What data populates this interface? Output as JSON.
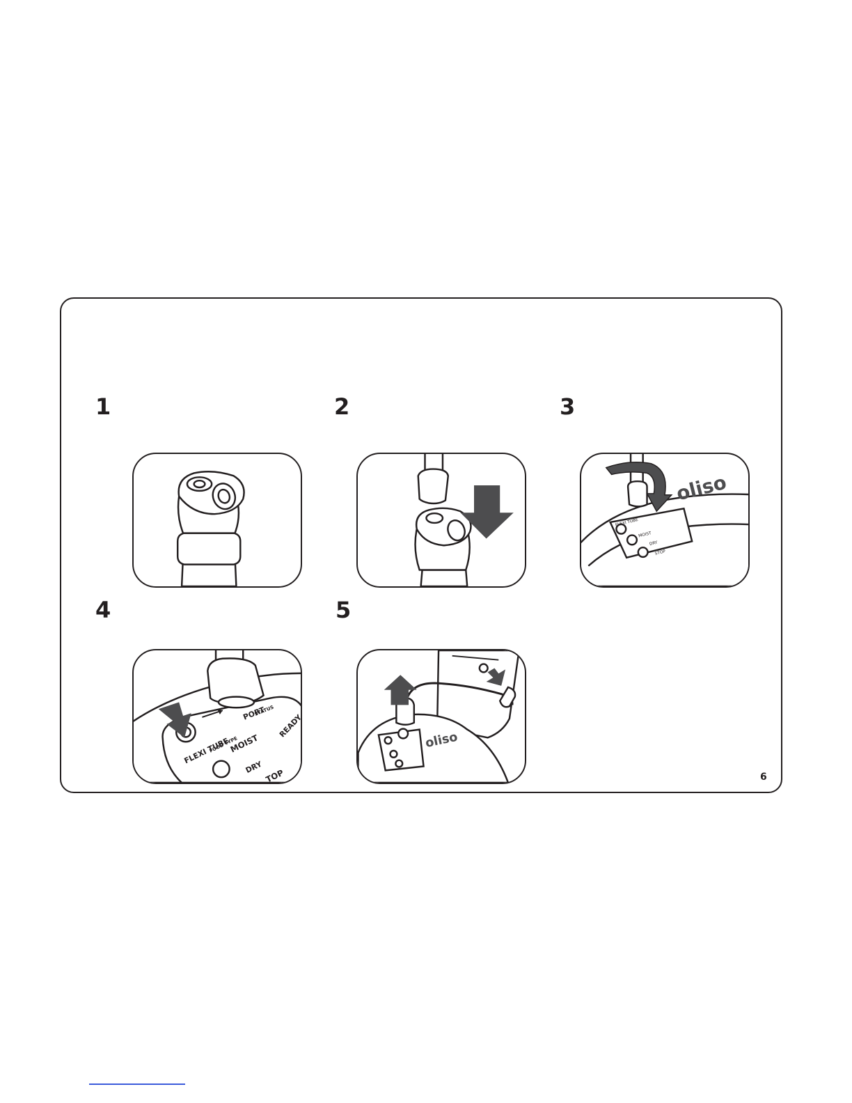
{
  "page": {
    "number": "6"
  },
  "steps": [
    {
      "number": "1"
    },
    {
      "number": "2"
    },
    {
      "number": "3",
      "logo": "oliso",
      "labels": {
        "flexi_tube": "FLEXI TUBE",
        "moist": "MOIST",
        "dry": "DRY",
        "stop": "STOP"
      }
    },
    {
      "number": "4",
      "labels": {
        "port": "PORT",
        "status": "STATUS",
        "flexi_tube": "FLEXI TUBE",
        "food_type": "FOOD TYPE",
        "moist": "MOIST",
        "dry": "DRY",
        "ready": "READY",
        "stop": "TOP"
      }
    },
    {
      "number": "5",
      "logo": "oliso"
    }
  ],
  "colors": {
    "ink": "#231f20",
    "arrow_fill": "#4d4d4f",
    "footer_link": "#3b5bdb"
  }
}
